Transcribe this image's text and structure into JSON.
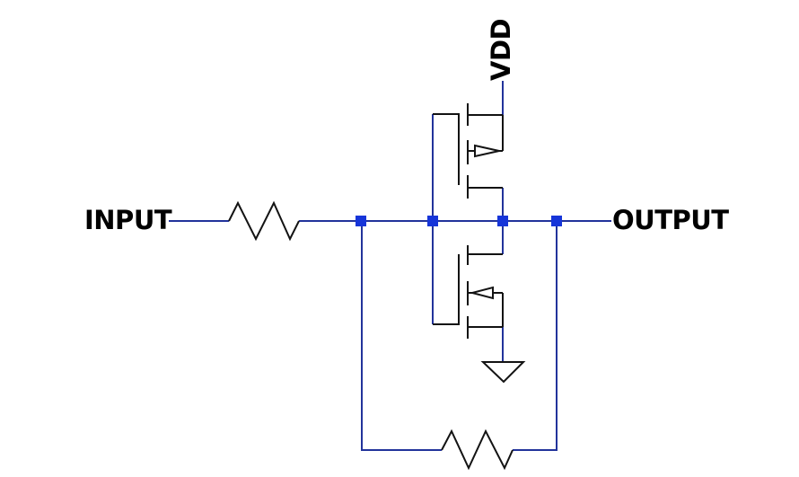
{
  "schematic": {
    "type": "circuit-diagram",
    "description": "CMOS inverter with series input resistor and output-to-input feedback resistor",
    "labels": {
      "input": "INPUT",
      "output": "OUTPUT",
      "vdd": "VDD"
    },
    "colors": {
      "wire": "#22339b",
      "component": "#131313",
      "junction": "#1635d9",
      "text": "#000000",
      "background": "#ffffff"
    },
    "components": [
      {
        "name": "input-resistor",
        "type": "resistor"
      },
      {
        "name": "pmos-transistor",
        "type": "p-channel-mosfet"
      },
      {
        "name": "nmos-transistor",
        "type": "n-channel-mosfet"
      },
      {
        "name": "feedback-resistor",
        "type": "resistor"
      },
      {
        "name": "ground-symbol",
        "type": "ground"
      },
      {
        "name": "junction-dot",
        "count": 4
      }
    ]
  }
}
